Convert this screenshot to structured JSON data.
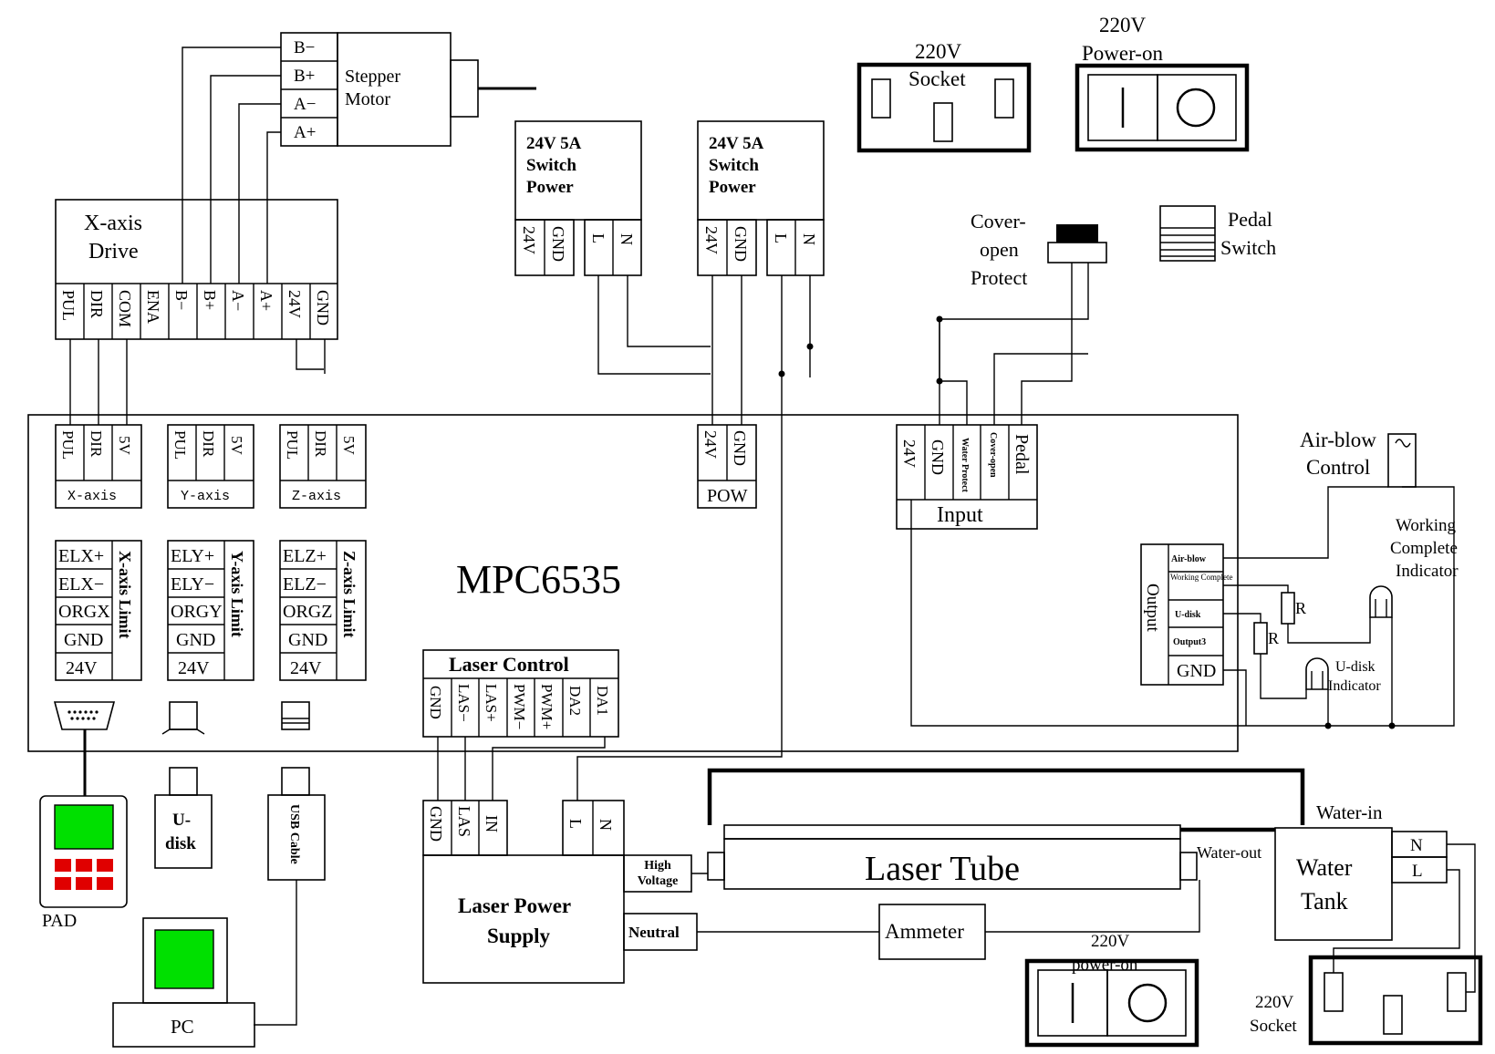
{
  "stepper": {
    "label1": "Stepper",
    "label2": "Motor",
    "pins": [
      "B−",
      "B+",
      "A−",
      "A+"
    ]
  },
  "socket_top": {
    "l1": "220V",
    "l2": "Socket"
  },
  "power_on_top": {
    "l1": "220V",
    "l2": "Power-on"
  },
  "psu1": {
    "l1": "24V  5A",
    "l2": "Switch",
    "l3": "Power",
    "pins": [
      "24V",
      "GND",
      "L",
      "N"
    ]
  },
  "psu2": {
    "l1": "24V  5A",
    "l2": "Switch",
    "l3": "Power",
    "pins": [
      "24V",
      "GND",
      "L",
      "N"
    ]
  },
  "cover": {
    "l1": "Cover-",
    "l2": "open",
    "l3": "Protect"
  },
  "pedal": {
    "l1": "Pedal",
    "l2": "Switch"
  },
  "xdrive": {
    "l1": "X-axis",
    "l2": "Drive",
    "pins": [
      "PUL",
      "DIR",
      "COM",
      "ENA",
      "B−",
      "B+",
      "A−",
      "A+",
      "24V",
      "GND"
    ]
  },
  "controller": {
    "name": "MPC6535",
    "xaxis": {
      "pins": [
        "PUL",
        "DIR",
        "5V"
      ],
      "label": "X-axis"
    },
    "yaxis": {
      "pins": [
        "PUL",
        "DIR",
        "5V"
      ],
      "label": "Y-axis"
    },
    "zaxis": {
      "pins": [
        "PUL",
        "DIR",
        "5V"
      ],
      "label": "Z-axis"
    },
    "pow": {
      "pins": [
        "24V",
        "GND"
      ],
      "label": "POW"
    },
    "input": {
      "pins": [
        "24V",
        "GND",
        "Water Protect",
        "Cover-open",
        "Pedal"
      ],
      "label": "Input"
    },
    "xlimit": {
      "pins": [
        "ELX+",
        "ELX−",
        "ORGX",
        "GND",
        "24V"
      ],
      "label": "X-axis Limit"
    },
    "ylimit": {
      "pins": [
        "ELY+",
        "ELY−",
        "ORGY",
        "GND",
        "24V"
      ],
      "label": "Y-axis Limit"
    },
    "zlimit": {
      "pins": [
        "ELZ+",
        "ELZ−",
        "ORGZ",
        "GND",
        "24V"
      ],
      "label": "Z-axis Limit"
    },
    "laser_control": {
      "label": "Laser Control",
      "pins": [
        "GND",
        "LAS−",
        "LAS+",
        "PWM−",
        "PWM+",
        "DA2",
        "DA1"
      ]
    },
    "output": {
      "label": "Output",
      "pins": [
        "Air-blow",
        "Working Complete",
        "U-disk",
        "Output3",
        "GND"
      ]
    }
  },
  "airblow": {
    "l1": "Air-blow",
    "l2": "Control"
  },
  "working": {
    "l1": "Working",
    "l2": "Complete",
    "l3": "Indicator"
  },
  "udisk_ind": {
    "l1": "U-disk",
    "l2": "Indicator"
  },
  "resistor": "R",
  "pad": "PAD",
  "udisk": {
    "l1": "U-",
    "l2": "disk"
  },
  "usb": "USB Cable",
  "pc": "PC",
  "lps": {
    "l1": "Laser Power",
    "l2": "Supply",
    "pins": [
      "GND",
      "LAS",
      "IN",
      "L",
      "N"
    ],
    "hv": "High Voltage",
    "neutral": "Neutral"
  },
  "tube": {
    "label": "Laser Tube",
    "water_out": "Water-out",
    "water_in": "Water-in"
  },
  "ammeter": "Ammeter",
  "tank": {
    "l1": "Water",
    "l2": "Tank",
    "pins": [
      "N",
      "L"
    ]
  },
  "power_on_bottom": {
    "l1": "220V",
    "l2": "power-on"
  },
  "socket_bottom": {
    "l1": "220V",
    "l2": "Socket"
  }
}
